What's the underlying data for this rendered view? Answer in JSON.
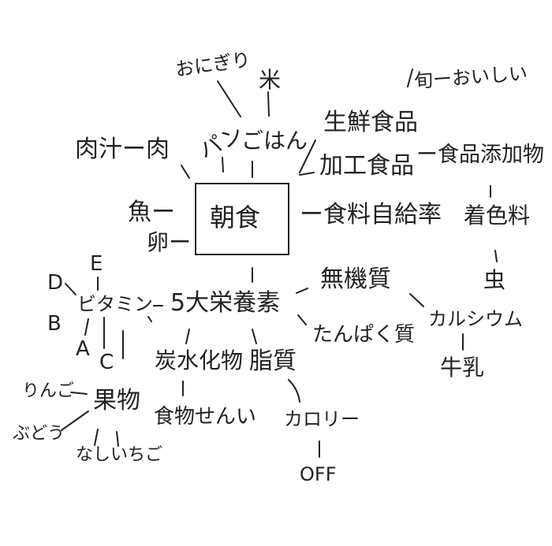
{
  "diagram": {
    "center": "朝食",
    "nodes": {
      "onigiri": "おにぎり",
      "kome": "米",
      "shun_oishii": "旬ーおいしい",
      "seisen": "生鮮食品",
      "nikujiru": "肉汁ー肉",
      "pan": "パン",
      "gohan": "ごはん",
      "kakou": "加工食品",
      "tenkabutsu": "ー食品添加物",
      "sakana": "魚ー",
      "tamago": "卵ー",
      "jikyuuritsu": "ー食料自給率",
      "chakushoku": "着色料",
      "mushi": "虫",
      "e": "E",
      "d": "D",
      "vitamin": "ビタミン",
      "b": "B",
      "a": "A",
      "c": "C",
      "godai": "5大栄養素",
      "muki": "無機質",
      "calcium": "カルシウム",
      "tanpaku": "たんぱく質",
      "gyunyu": "牛乳",
      "tansui": "炭水化物",
      "shishitsu": "脂質",
      "ringo": "りんご",
      "kabutsu": "果物",
      "budou": "ぶどう",
      "nashi_ichigo": "なしいちご",
      "shokumotsu": "食物せんい",
      "calorie": "カロリー",
      "off": "OFF"
    }
  },
  "colors": {
    "ink": "#222222",
    "paper": "#ffffff"
  }
}
